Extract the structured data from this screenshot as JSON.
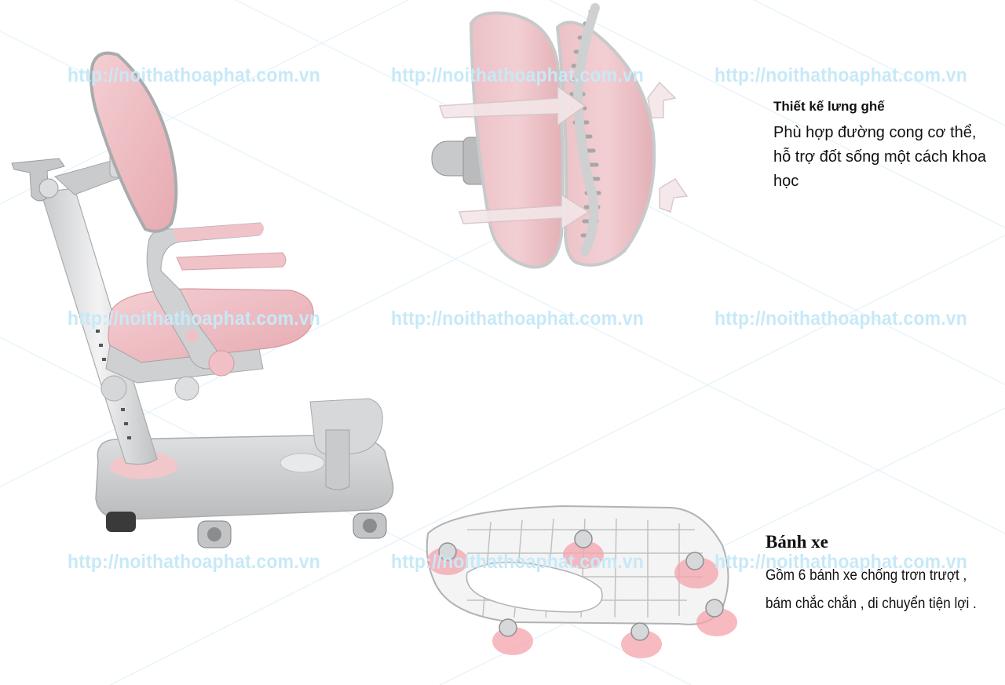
{
  "watermark_text": "http://noithathoaphat.com.vn",
  "colors": {
    "upholstery_pink": "#efbfc4",
    "frame_grey": "#c9cbcc",
    "caster_highlight": "#f4a3ab",
    "watermark": "#c7e9f7"
  },
  "images": {
    "chair_side_view": "pink-gray-children-study-chair",
    "backrest_detail": "backrest-with-spine-illustration",
    "base_underside": "base-underside-with-six-casters"
  },
  "captions": {
    "backrest": {
      "title": "Thiết kế lưng ghế",
      "line1": "Phù hợp đường cong cơ thể,",
      "line2": "hỗ trợ đốt sống một cách khoa",
      "line3": "học"
    },
    "wheels": {
      "title": "Bánh xe",
      "line1": "Gồm 6 bánh xe chống trơn trượt ,",
      "line2": "bám chắc chắn , di chuyển tiện lợi ."
    }
  }
}
